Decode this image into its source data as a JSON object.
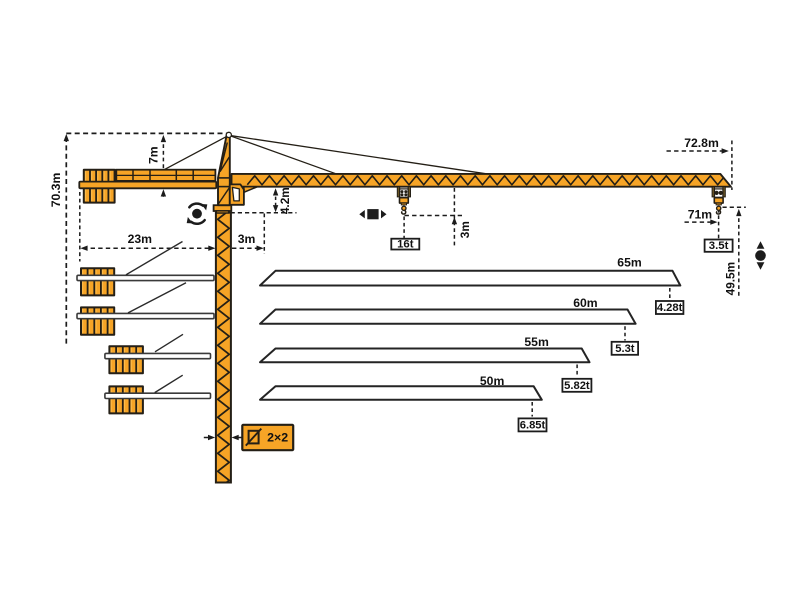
{
  "diagram": {
    "type": "tower-crane-dimension-diagram",
    "dimensions": {
      "total_height": "70.3m",
      "tower_top_height": "7m",
      "counter_jib_radius": "23m",
      "jib_pivot_offset": "3m",
      "jib_depth": "4.2m",
      "hook_drop": "3m",
      "max_radius": "72.8m",
      "tip_radius": "71m",
      "hook_height": "49.5m"
    },
    "capacities": {
      "max": "16t",
      "tip": "3.5t"
    },
    "mast_section": "2×2",
    "jib_variants": [
      {
        "length": "65m",
        "tip_load": "4.28t"
      },
      {
        "length": "60m",
        "tip_load": "5.3t"
      },
      {
        "length": "55m",
        "tip_load": "5.82t"
      },
      {
        "length": "50m",
        "tip_load": "6.85t"
      }
    ],
    "colors": {
      "crane": "#F6A426",
      "outline": "#241f16",
      "line": "#1c1c1c",
      "background": "#ffffff"
    }
  }
}
